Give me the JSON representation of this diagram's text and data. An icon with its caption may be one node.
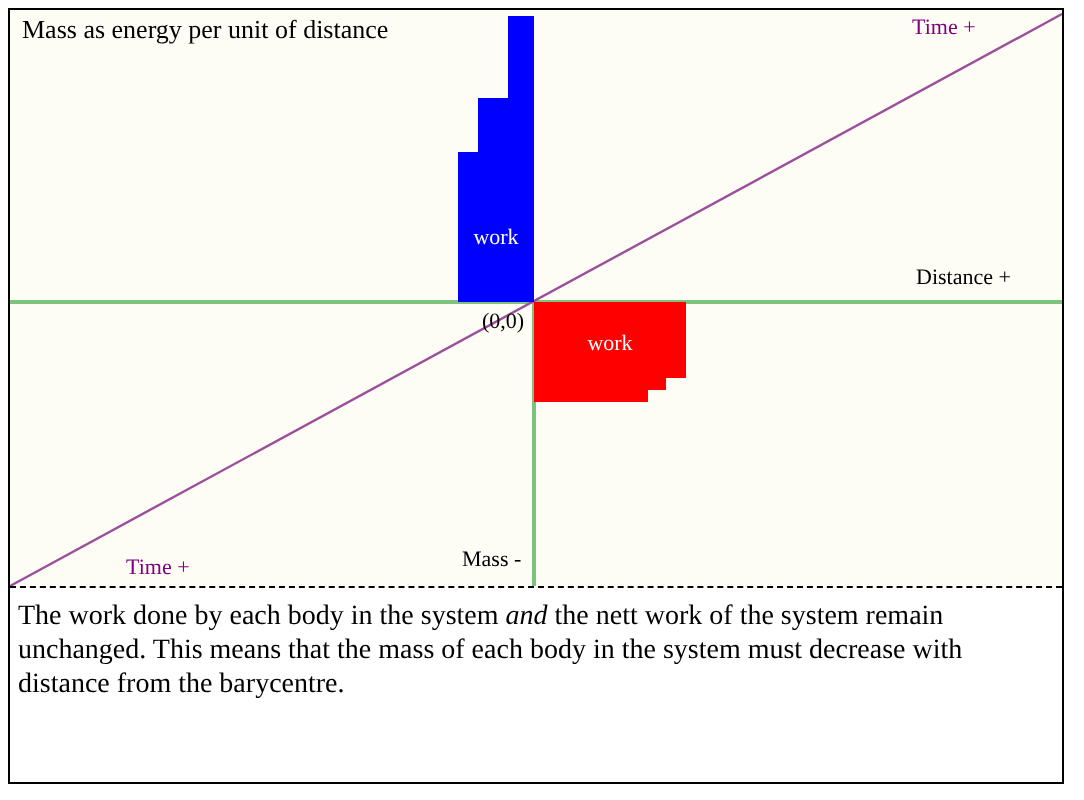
{
  "diagram": {
    "title": "Mass as energy per unit of distance",
    "caption": "The work done by each body in the system *and* the nett work of the system remain unchanged. This means that the mass of each body in the system must decrease with distance from the barycentre.",
    "nodes": [
      {
        "text": [
          "work"
        ]
      },
      {
        "text": [
          "work"
        ]
      }
    ],
    "labels": [
      "Time +",
      "Distance +",
      "(0,0)",
      "Mass -",
      "Time +"
    ]
  }
}
